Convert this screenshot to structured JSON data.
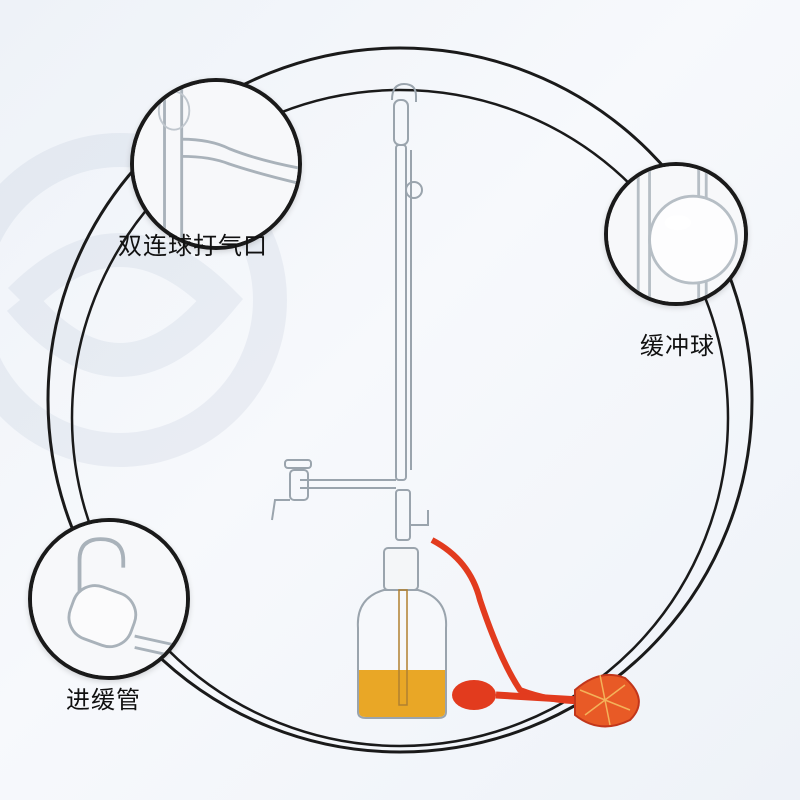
{
  "labels": {
    "bulb_inlet": "双连球打气口",
    "buffer_bulb": "缓冲球",
    "inlet_buffer_tube": "进缓管"
  },
  "colors": {
    "liquid": "#e8a21a",
    "rubber": "#e23b1e",
    "ring": "#1a1a1a",
    "glass": "#9aa4ad"
  },
  "icons": {
    "bulb_inlet": "glass-side-arm-icon",
    "buffer_bulb": "glass-bulb-icon",
    "inlet_buffer_tube": "glass-hook-tube-icon"
  }
}
